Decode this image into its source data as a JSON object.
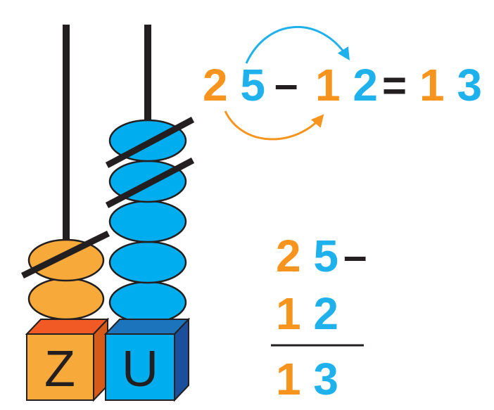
{
  "colors": {
    "tens": "#f7a93a",
    "units": "#00aeef",
    "tens_digit": "#f7941d",
    "units_digit": "#1fb1ec",
    "ink": "#231f20"
  },
  "abacus": {
    "tens_label": "Z",
    "units_label": "U",
    "tens_beads": 2,
    "units_beads": 5,
    "tens_crossed": 1,
    "units_crossed": 2
  },
  "horizontal": {
    "minuend": {
      "tens": "2",
      "units": "5"
    },
    "minus": "–",
    "subtrahend": {
      "tens": "1",
      "units": "2"
    },
    "equals": "=",
    "result": {
      "tens": "1",
      "units": "3"
    }
  },
  "column": {
    "minuend": {
      "tens": "2",
      "units": "5"
    },
    "minus": "–",
    "subtrahend": {
      "tens": "1",
      "units": "2"
    },
    "result": {
      "tens": "1",
      "units": "3"
    }
  }
}
